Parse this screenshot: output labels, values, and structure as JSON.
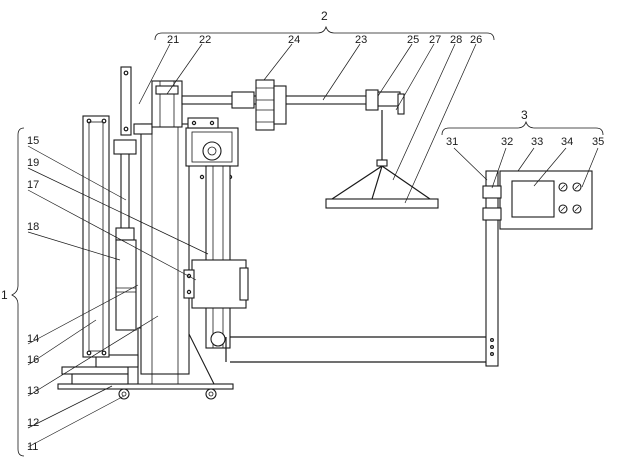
{
  "figure": {
    "group_labels": [
      {
        "id": "g1",
        "text": "1"
      },
      {
        "id": "g2",
        "text": "2"
      },
      {
        "id": "g3",
        "text": "3"
      }
    ],
    "part_labels": [
      {
        "id": "p11",
        "text": "11"
      },
      {
        "id": "p12",
        "text": "12"
      },
      {
        "id": "p13",
        "text": "13"
      },
      {
        "id": "p14",
        "text": "14"
      },
      {
        "id": "p15",
        "text": "15"
      },
      {
        "id": "p16",
        "text": "16"
      },
      {
        "id": "p17",
        "text": "17"
      },
      {
        "id": "p18",
        "text": "18"
      },
      {
        "id": "p19",
        "text": "19"
      },
      {
        "id": "p21",
        "text": "21"
      },
      {
        "id": "p22",
        "text": "22"
      },
      {
        "id": "p23",
        "text": "23"
      },
      {
        "id": "p24",
        "text": "24"
      },
      {
        "id": "p25",
        "text": "25"
      },
      {
        "id": "p26",
        "text": "26"
      },
      {
        "id": "p27",
        "text": "27"
      },
      {
        "id": "p28",
        "text": "28"
      },
      {
        "id": "p31",
        "text": "31"
      },
      {
        "id": "p32",
        "text": "32"
      },
      {
        "id": "p33",
        "text": "33"
      },
      {
        "id": "p34",
        "text": "34"
      },
      {
        "id": "p35",
        "text": "35"
      }
    ]
  }
}
